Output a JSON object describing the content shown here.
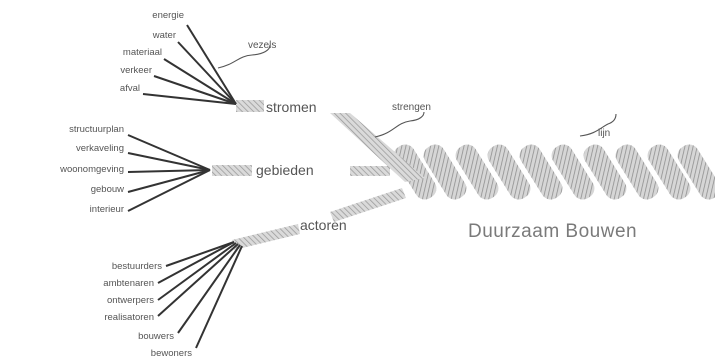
{
  "annotations": {
    "vezels": "vezels",
    "strengen": "strengen",
    "lijn": "lijn"
  },
  "strand_stromen": {
    "label": "stromen",
    "fibers": [
      "energie",
      "water",
      "materiaal",
      "verkeer",
      "afval"
    ]
  },
  "strand_gebieden": {
    "label": "gebieden",
    "fibers": [
      "structuurplan",
      "verkaveling",
      "woonomgeving",
      "gebouw",
      "interieur"
    ]
  },
  "strand_actoren": {
    "label": "actoren",
    "fibers": [
      "bestuurders",
      "ambtenaren",
      "ontwerpers",
      "realisatoren",
      "bouwers",
      "bewoners"
    ]
  },
  "rope_title": "Duurzaam Bouwen",
  "colors": {
    "rope": "#a9a9a9",
    "strand": "#b3b3b3",
    "fiber": "#333333",
    "text": "#555555"
  }
}
